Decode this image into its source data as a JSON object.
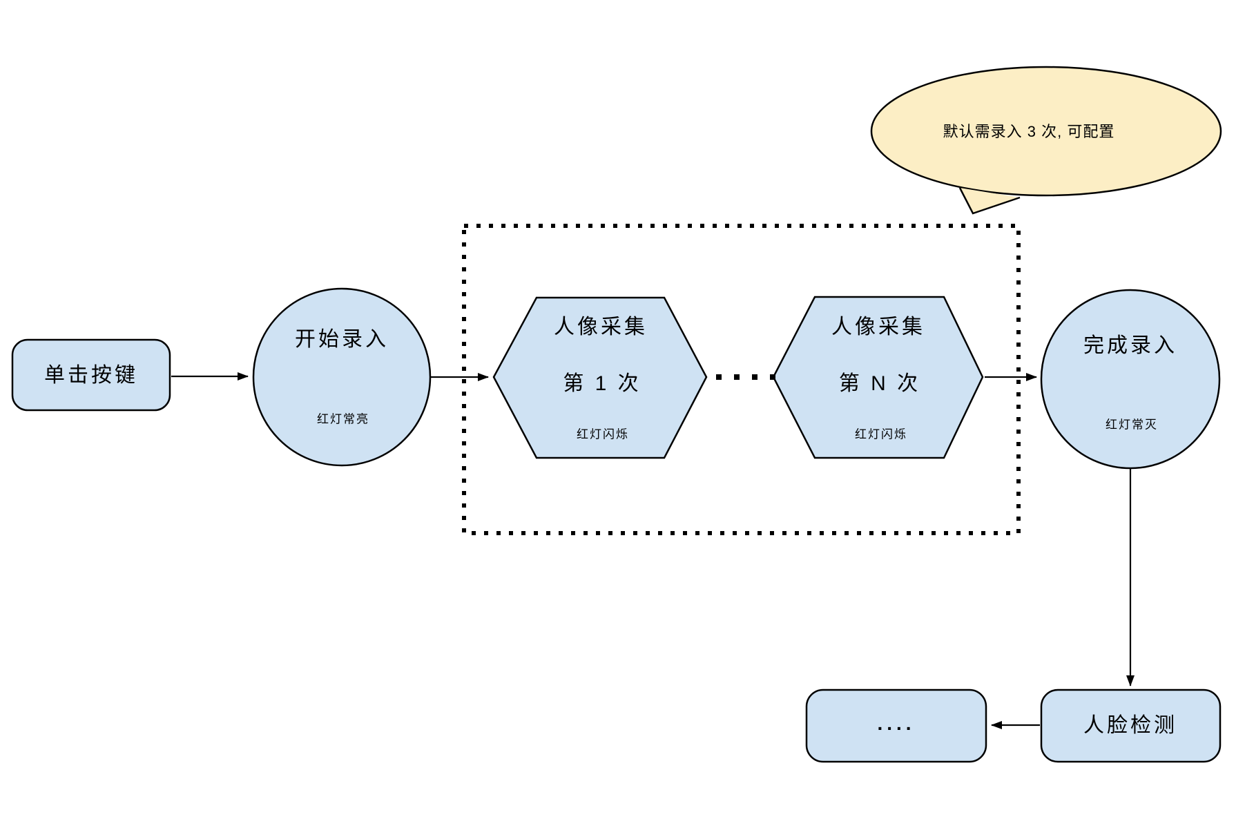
{
  "page": {
    "background": "#ffffff"
  },
  "colors": {
    "node_fill": "#cfe2f3",
    "node_stroke": "#000000",
    "callout_fill": "#fceec5",
    "text": "#000000"
  },
  "callout": {
    "text": "默认需录入 3 次, 可配置"
  },
  "nodes": {
    "click_button": {
      "label": "单击按键"
    },
    "start_entry": {
      "label": "开始录入",
      "status": "红灯常亮"
    },
    "capture_first": {
      "title": "人像采集",
      "subtitle": "第 1 次",
      "status": "红灯闪烁"
    },
    "capture_nth": {
      "title": "人像采集",
      "subtitle": "第 N 次",
      "status": "红灯闪烁"
    },
    "finish_entry": {
      "label": "完成录入",
      "status": "红灯常灭"
    },
    "ellipsis_box": {
      "label": "...."
    },
    "face_detection": {
      "label": "人脸检测"
    }
  }
}
